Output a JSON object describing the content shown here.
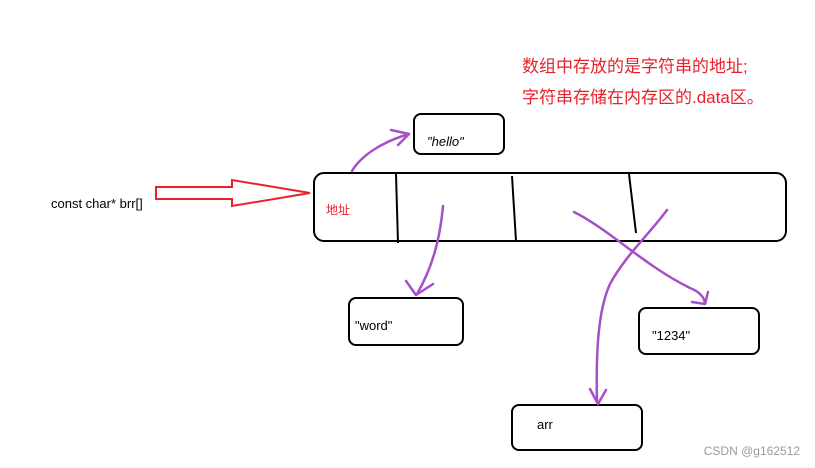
{
  "notes": {
    "line1": "数组中存放的是字符串的地址;",
    "line2": "字符串存储在内存区的.data区。"
  },
  "declaration": "const char* brr[]",
  "array_cell_label": "地址",
  "strings": {
    "hello": "\"hello\"",
    "word": "\"word\"",
    "num": "\"1234\"",
    "arr": "arr"
  },
  "watermark": "CSDN @g162512",
  "colors": {
    "note_text": "#e8212b",
    "main_arrow": "#e8212b",
    "pointer_arrows": "#a64fc9",
    "outline": "#000000"
  }
}
